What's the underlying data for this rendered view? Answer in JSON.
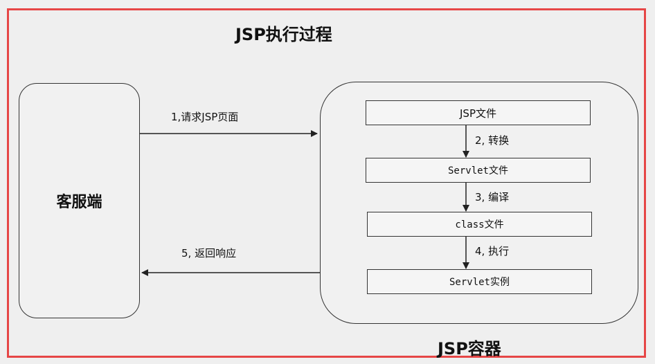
{
  "title": "JSP执行过程",
  "client_label": "客服端",
  "container_label": "JSP容器",
  "request_label": "1,请求JSP页面",
  "response_label": "5, 返回响应",
  "steps": [
    "JSP文件",
    "Servlet文件",
    "class文件",
    "Servlet实例"
  ],
  "transitions": [
    "2, 转换",
    "3, 编译",
    "4, 执行"
  ],
  "colors": {
    "frame": "#e64646",
    "line": "#333333",
    "background": "#efefef"
  }
}
